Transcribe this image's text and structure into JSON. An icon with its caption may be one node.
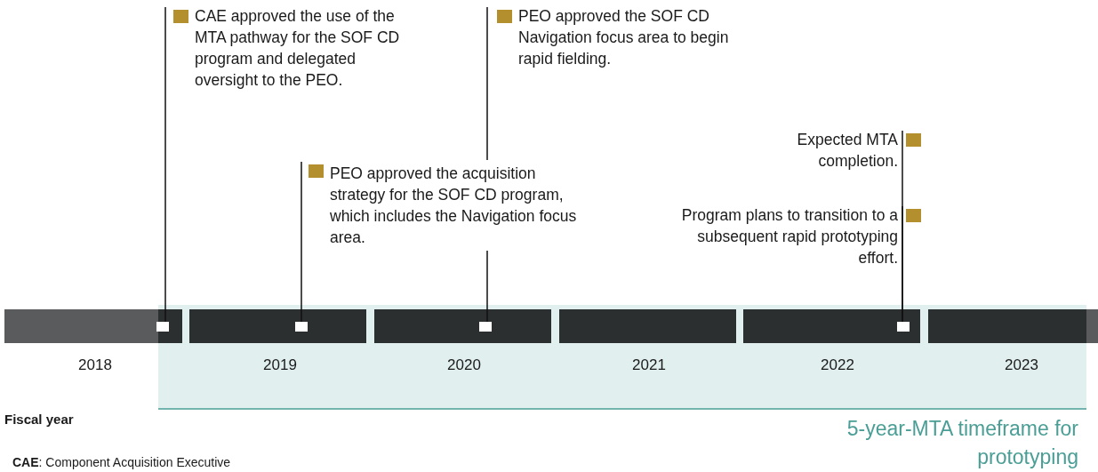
{
  "diagram": {
    "nodes": [
      {
        "text": [
          "CAE approved the use of the MTA pathway for the SOF CD program and delegated oversight to the PEO."
        ]
      },
      {
        "text": [
          "PEO approved the SOF CD Navigation focus area to begin rapid fielding."
        ]
      },
      {
        "text": [
          "PEO approved the acquisition strategy for the SOF CD program, which includes the Navigation focus area."
        ]
      },
      {
        "text": [
          "Expected MTA completion."
        ]
      },
      {
        "text": [
          "Program plans to transition to a subsequent rapid prototyping effort."
        ]
      },
      {
        "text": [],
        "shape": "box"
      },
      {
        "text": [],
        "shape": "box"
      },
      {
        "text": [],
        "shape": "box"
      },
      {
        "text": [],
        "shape": "box"
      }
    ],
    "edges": [
      {
        "from": 0,
        "to": 5,
        "arrow": "none"
      },
      {
        "from": 1,
        "to": 7,
        "arrow": "none"
      },
      {
        "from": 2,
        "to": 6,
        "arrow": "none"
      },
      {
        "from": 3,
        "to": 8,
        "arrow": "none"
      },
      {
        "from": 4,
        "to": 8,
        "arrow": "none"
      }
    ],
    "labels": [
      "2018",
      "2019",
      "2020",
      "2021",
      "2022",
      "2023",
      "Fiscal year",
      "5-year-MTA timeframe for prototyping",
      "**CAE**: Component Acquisition Executive"
    ]
  }
}
